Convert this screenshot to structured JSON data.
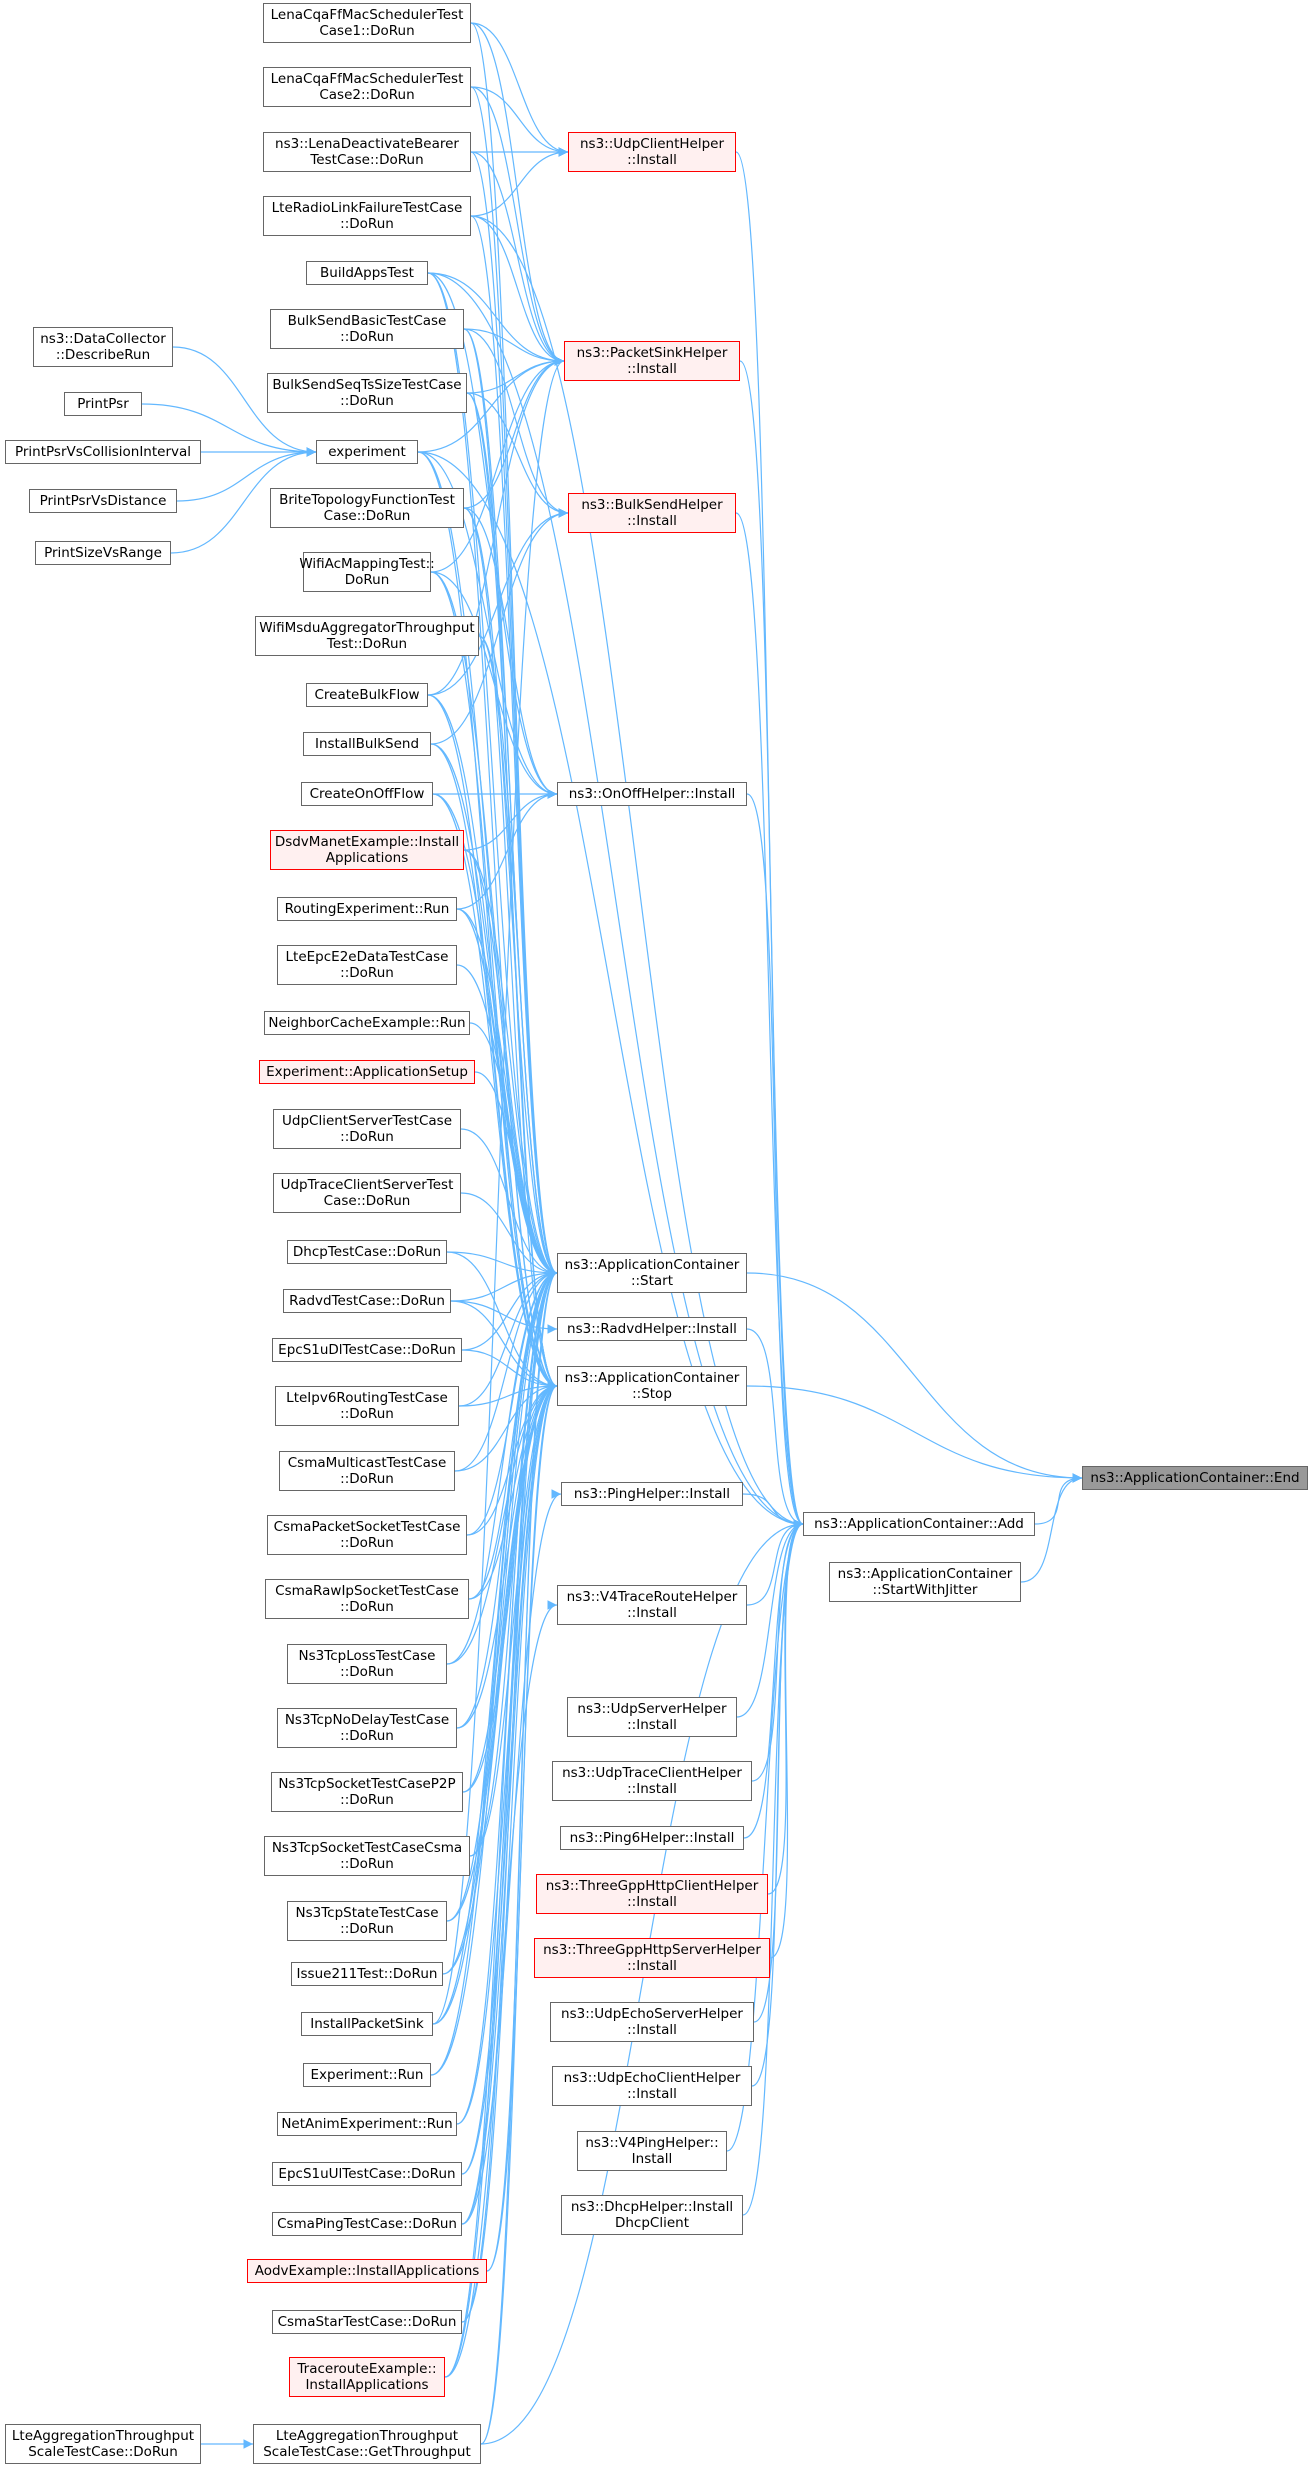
{
  "colors": {
    "edge": "#63b8ff",
    "border": "#666666",
    "highlight_border": "#ff0000",
    "highlight_fill": "#fff0f0",
    "focus_fill": "#999999"
  },
  "nodes": {
    "lena_ff_1": [
      "LenaCqaFfMacSchedulerTest",
      "Case1::DoRun"
    ],
    "lena_ff_2": [
      "LenaCqaFfMacSchedulerTest",
      "Case2::DoRun"
    ],
    "lena_deactivate": [
      "ns3::LenaDeactivateBearer",
      "TestCase::DoRun"
    ],
    "lte_radio_link": [
      "LteRadioLinkFailureTestCase",
      "::DoRun"
    ],
    "build_apps": [
      "BuildAppsTest"
    ],
    "bulk_basic": [
      "BulkSendBasicTestCase",
      "::DoRun"
    ],
    "bulk_seq": [
      "BulkSendSeqTsSizeTestCase",
      "::DoRun"
    ],
    "experiment": [
      "experiment"
    ],
    "brite": [
      "BriteTopologyFunctionTest",
      "Case::DoRun"
    ],
    "wifi_ac": [
      "WifiAcMappingTest::",
      "DoRun"
    ],
    "wifi_msdu": [
      "WifiMsduAggregatorThroughput",
      "Test::DoRun"
    ],
    "create_bulk": [
      "CreateBulkFlow"
    ],
    "install_bulk": [
      "InstallBulkSend"
    ],
    "create_onoff": [
      "CreateOnOffFlow"
    ],
    "dsdv": [
      "DsdvManetExample::Install",
      "Applications"
    ],
    "routing_exp": [
      "RoutingExperiment::Run"
    ],
    "lte_epc_e2e": [
      "LteEpcE2eDataTestCase",
      "::DoRun"
    ],
    "neighbor": [
      "NeighborCacheExample::Run"
    ],
    "exp_appsetup": [
      "Experiment::ApplicationSetup"
    ],
    "udp_cs": [
      "UdpClientServerTestCase",
      "::DoRun"
    ],
    "udp_trace_cs": [
      "UdpTraceClientServerTest",
      "Case::DoRun"
    ],
    "dhcp_test": [
      "DhcpTestCase::DoRun"
    ],
    "radvd_test": [
      "RadvdTestCase::DoRun"
    ],
    "epc_dl": [
      "EpcS1uDlTestCase::DoRun"
    ],
    "lte_ipv6": [
      "LteIpv6RoutingTestCase",
      "::DoRun"
    ],
    "csma_multi": [
      "CsmaMulticastTestCase",
      "::DoRun"
    ],
    "csma_packet": [
      "CsmaPacketSocketTestCase",
      "::DoRun"
    ],
    "csma_rawip": [
      "CsmaRawIpSocketTestCase",
      "::DoRun"
    ],
    "tcp_loss": [
      "Ns3TcpLossTestCase",
      "::DoRun"
    ],
    "tcp_nodelay": [
      "Ns3TcpNoDelayTestCase",
      "::DoRun"
    ],
    "tcp_p2p": [
      "Ns3TcpSocketTestCaseP2P",
      "::DoRun"
    ],
    "tcp_csma": [
      "Ns3TcpSocketTestCaseCsma",
      "::DoRun"
    ],
    "tcp_state": [
      "Ns3TcpStateTestCase",
      "::DoRun"
    ],
    "issue211": [
      "Issue211Test::DoRun"
    ],
    "install_sink": [
      "InstallPacketSink"
    ],
    "exp_run": [
      "Experiment::Run"
    ],
    "netanim": [
      "NetAnimExperiment::Run"
    ],
    "epc_ul": [
      "EpcS1uUlTestCase::DoRun"
    ],
    "csma_ping": [
      "CsmaPingTestCase::DoRun"
    ],
    "aodv": [
      "AodvExample::InstallApplications"
    ],
    "csma_star": [
      "CsmaStarTestCase::DoRun"
    ],
    "traceroute": [
      "TracerouteExample::",
      "InstallApplications"
    ],
    "lte_agg_get": [
      "LteAggregationThroughput",
      "ScaleTestCase::GetThroughput"
    ],
    "lte_agg_run": [
      "LteAggregationThroughput",
      "ScaleTestCase::DoRun"
    ],
    "dc_describe": [
      "ns3::DataCollector",
      "::DescribeRun"
    ],
    "print_psr": [
      "PrintPsr"
    ],
    "print_psr_ci": [
      "PrintPsrVsCollisionInterval"
    ],
    "print_psr_dist": [
      "PrintPsrVsDistance"
    ],
    "print_size": [
      "PrintSizeVsRange"
    ],
    "udp_client_helper": [
      "ns3::UdpClientHelper",
      "::Install"
    ],
    "packet_sink_helper": [
      "ns3::PacketSinkHelper",
      "::Install"
    ],
    "bulk_send_helper": [
      "ns3::BulkSendHelper",
      "::Install"
    ],
    "onoff_helper": [
      "ns3::OnOffHelper::Install"
    ],
    "app_start": [
      "ns3::ApplicationContainer",
      "::Start"
    ],
    "radvd_helper": [
      "ns3::RadvdHelper::Install"
    ],
    "app_stop": [
      "ns3::ApplicationContainer",
      "::Stop"
    ],
    "ping_helper": [
      "ns3::PingHelper::Install"
    ],
    "v4trace_helper": [
      "ns3::V4TraceRouteHelper",
      "::Install"
    ],
    "udp_server_helper": [
      "ns3::UdpServerHelper",
      "::Install"
    ],
    "udp_trace_client_helper": [
      "ns3::UdpTraceClientHelper",
      "::Install"
    ],
    "ping6_helper": [
      "ns3::Ping6Helper::Install"
    ],
    "http_client_helper": [
      "ns3::ThreeGppHttpClientHelper",
      "::Install"
    ],
    "http_server_helper": [
      "ns3::ThreeGppHttpServerHelper",
      "::Install"
    ],
    "udp_echo_server_helper": [
      "ns3::UdpEchoServerHelper",
      "::Install"
    ],
    "udp_echo_client_helper": [
      "ns3::UdpEchoClientHelper",
      "::Install"
    ],
    "v4ping_helper": [
      "ns3::V4PingHelper::",
      "Install"
    ],
    "dhcp_helper": [
      "ns3::DhcpHelper::Install",
      "DhcpClient"
    ],
    "app_add": [
      "ns3::ApplicationContainer::Add"
    ],
    "app_start_jitter": [
      "ns3::ApplicationContainer",
      "::StartWithJitter"
    ],
    "app_end": [
      "ns3::ApplicationContainer::End"
    ]
  }
}
